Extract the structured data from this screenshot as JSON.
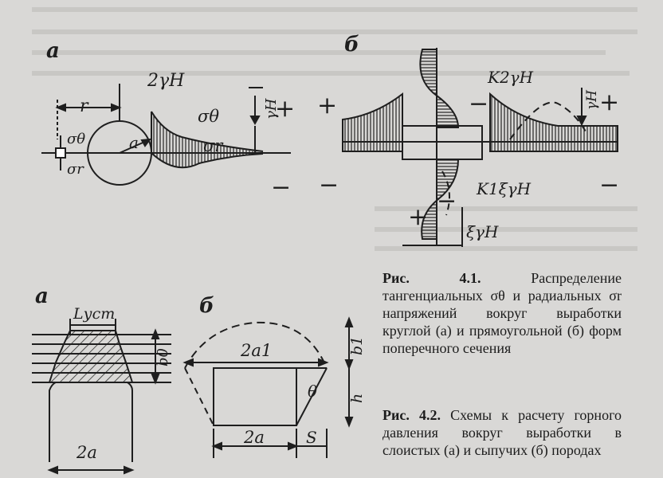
{
  "fig41": {
    "panel_a_label": "а",
    "panel_b_label": "б",
    "r_label": "r",
    "two_gamma_h": "2γH",
    "sigma_theta": "σθ",
    "sigma_r": "σr",
    "a_label": "a",
    "gamma_h": "γH",
    "plus": "+",
    "minus": "−",
    "k2_gamma_h": "K2γH",
    "k1_xi_gamma_h": "K1ξγH",
    "xi_gamma_h": "ξγH",
    "caption_num": "Рис. 4.1.",
    "caption_text": "Распределение тангенциальных σθ и радиальных σr напряжений вокруг выработки круглой (а) и прямоугольной (б) форм поперечного сечения"
  },
  "fig42": {
    "panel_a_label": "а",
    "panel_b_label": "б",
    "l_ust": "Lуст",
    "b0_label": "b0",
    "two_a": "2a",
    "two_a1": "2a1",
    "b1_label": "b1",
    "h_label": "h",
    "theta_label": "θ",
    "s_label": "S",
    "caption_num": "Рис. 4.2.",
    "caption_text": "Схемы к расчету горного давления вокруг выработки в слоистых (а) и сыпучих (б) породах"
  }
}
